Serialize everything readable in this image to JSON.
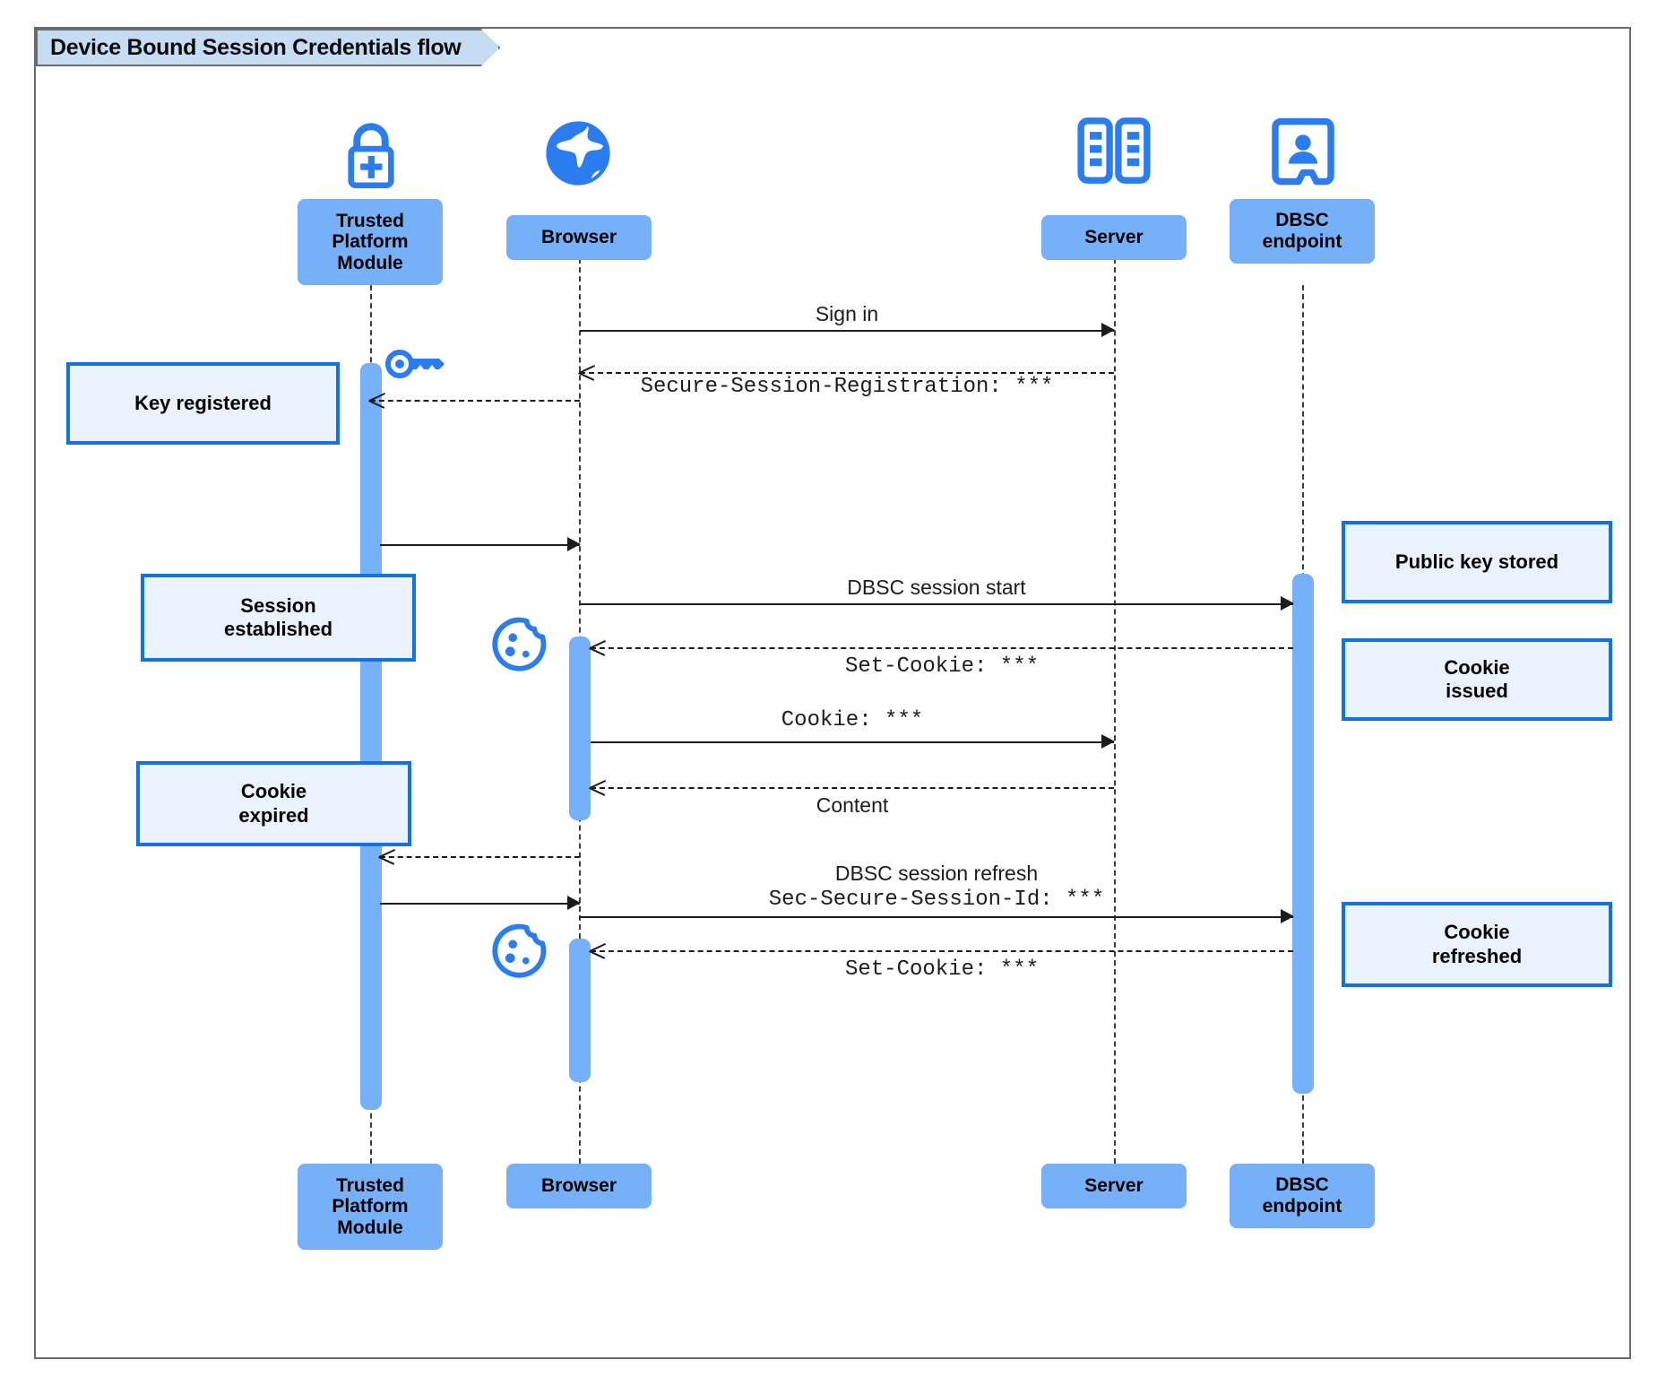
{
  "diagram": {
    "title": "Device Bound Session Credentials flow",
    "colors": {
      "actor_fill": "#76b0f8",
      "note_fill": "#eaf2fd",
      "note_border": "#1273e0",
      "icon_blue": "#2b7cee",
      "title_fill": "#c6dcf2",
      "frame_border": "#6b6b6b",
      "line": "#1c1c1c"
    },
    "participants": [
      {
        "id": "tpm",
        "label": "Trusted\nPlatform\nModule",
        "icon": "lock-plus-icon"
      },
      {
        "id": "browser",
        "label": "Browser",
        "icon": "globe-icon"
      },
      {
        "id": "server",
        "label": "Server",
        "icon": "server-rack-icon"
      },
      {
        "id": "dbsc",
        "label": "DBSC\nendpoint",
        "icon": "id-badge-icon"
      }
    ],
    "messages": [
      {
        "id": "m1",
        "text": "Sign in",
        "style": "sans",
        "arrow": "solid",
        "from": "browser",
        "to": "server"
      },
      {
        "id": "m2",
        "text": "Secure-Session-Registration: ***",
        "style": "mono",
        "arrow": "dashed",
        "from": "server",
        "to": "browser"
      },
      {
        "id": "m3",
        "text": "",
        "style": "sans",
        "arrow": "solid",
        "from": "tpm",
        "to": "browser"
      },
      {
        "id": "m4",
        "text": "DBSC session start",
        "style": "sans",
        "arrow": "solid",
        "from": "browser",
        "to": "dbsc"
      },
      {
        "id": "m5",
        "text": "Set-Cookie: ***",
        "style": "mono",
        "arrow": "dashed",
        "from": "dbsc",
        "to": "browser"
      },
      {
        "id": "m6",
        "text": "Cookie: ***",
        "style": "mono",
        "arrow": "solid",
        "from": "browser",
        "to": "server"
      },
      {
        "id": "m7",
        "text": "Content",
        "style": "sans",
        "arrow": "dashed",
        "from": "server",
        "to": "browser"
      },
      {
        "id": "m8",
        "text": "",
        "style": "sans",
        "arrow": "dashed",
        "from": "browser",
        "to": "tpm"
      },
      {
        "id": "m9",
        "text": "DBSC session refresh",
        "style": "sans",
        "arrow": "solid",
        "from": "tpm",
        "to": "browser"
      },
      {
        "id": "m10",
        "text": "Sec-Secure-Session-Id: ***",
        "style": "mono",
        "arrow": "solid",
        "from": "browser",
        "to": "dbsc"
      },
      {
        "id": "m11",
        "text": "Set-Cookie: ***",
        "style": "mono",
        "arrow": "dashed",
        "from": "dbsc",
        "to": "browser"
      }
    ],
    "notes": [
      {
        "id": "n1",
        "text": "Key registered",
        "side": "left"
      },
      {
        "id": "n2",
        "text": "Session\nestablished",
        "side": "left"
      },
      {
        "id": "n3",
        "text": "Cookie\nexpired",
        "side": "left"
      },
      {
        "id": "n4",
        "text": "Public key stored",
        "side": "right"
      },
      {
        "id": "n5",
        "text": "Cookie\nissued",
        "side": "right"
      },
      {
        "id": "n6",
        "text": "Cookie\nrefreshed",
        "side": "right"
      }
    ],
    "inline_icons": [
      {
        "id": "i1",
        "name": "key-icon",
        "near": "tpm"
      },
      {
        "id": "i2",
        "name": "cookie-icon",
        "near": "browser"
      },
      {
        "id": "i3",
        "name": "cookie-icon",
        "near": "browser"
      }
    ]
  }
}
